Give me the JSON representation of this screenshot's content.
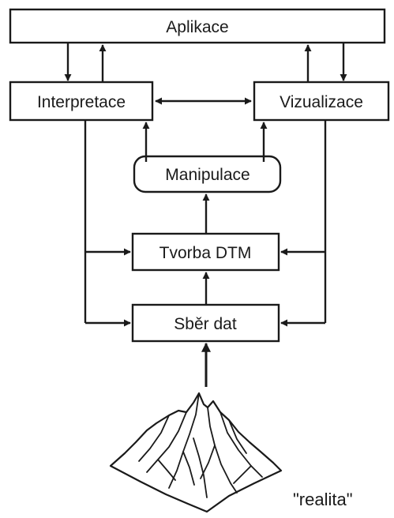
{
  "diagram": {
    "nodes": {
      "aplikace": "Aplikace",
      "interpretace": "Interpretace",
      "vizualizace": "Vizualizace",
      "manipulace": "Manipulace",
      "tvorba": "Tvorba DTM",
      "sber": "Sběr dat"
    },
    "realita_label": "\"realita\""
  }
}
